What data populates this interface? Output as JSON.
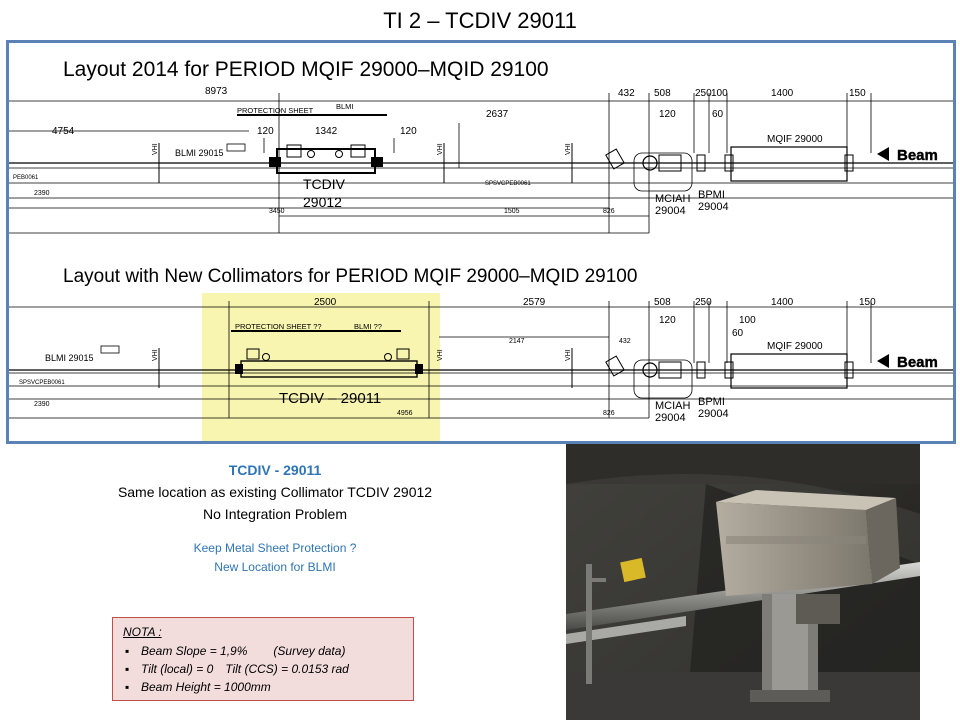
{
  "slide": {
    "title": "TI 2 – TCDIV 29011"
  },
  "layout_2014": {
    "title": "Layout  2014  for  PERIOD  MQIF  29000–MQID  29100",
    "dims": {
      "overall": "8973",
      "protection_sheet": "PROTECTION SHEET",
      "blmi": "BLMI",
      "d2637": "2637",
      "d432": "432",
      "d508": "508",
      "d250": "250",
      "d100": "100",
      "d1400": "1400",
      "d150": "150",
      "d120a": "120",
      "d60": "60",
      "d4754": "4754",
      "d120b": "120",
      "d1342": "1342",
      "d120c": "120",
      "d2390": "2390",
      "d3450": "3450",
      "d1505": "1505",
      "d826": "826"
    },
    "labels": {
      "blmi_29015": "BLMI 29015",
      "collimator": "TCDIV",
      "collimator_num": "29012",
      "mqif": "MQIF 29000",
      "mciah": "MCIAH",
      "mciah_num": "29004",
      "bpmi": "BPMI",
      "bpmi_num": "29004",
      "beam": "Beam",
      "ped_left": "PEB0061",
      "spsv": "SPSVCPEB0061",
      "vi_a": "VHI",
      "vi_b": "VHI",
      "vi_c": "VHI"
    }
  },
  "layout_new": {
    "title": "Layout  with  New  Collimators  for  PERIOD  MQIF  29000–MQID  29100",
    "dims": {
      "overall": "2500",
      "d2579": "2579",
      "d508": "508",
      "d250": "250",
      "d1400": "1400",
      "d150": "150",
      "d120": "120",
      "d100": "100",
      "d60": "60",
      "protection_sheet": "PROTECTION SHEET ??",
      "blmi": "BLMI  ??",
      "d2147": "2147",
      "d432": "432",
      "d2390": "2390",
      "d4956": "4956",
      "d826": "826"
    },
    "labels": {
      "blmi_29015": "BLMI 29015",
      "collimator": "TCDIV  –  29011",
      "mqif": "MQIF 29000",
      "mciah": "MCIAH",
      "mciah_num": "29004",
      "bpmi": "BPMI",
      "bpmi_num": "29004",
      "beam": "Beam",
      "spsv": "SPSVCPEB0061",
      "vi_a": "VHI",
      "vi_b": "VHI",
      "vi_c": "VHI"
    }
  },
  "info": {
    "title": "TCDIV - 29011",
    "line1": "Same location as existing Collimator TCDIV 29012",
    "line2": "No Integration Problem",
    "question1": "Keep Metal Sheet Protection ?",
    "question2": "New Location for BLMI"
  },
  "nota": {
    "title": "NOTA :",
    "items": [
      {
        "a": "Beam Slope = 1,9%",
        "b": "(Survey data)"
      },
      {
        "a": "Tilt (local) = 0",
        "b": "Tilt (CCS) = 0.0153 rad"
      },
      {
        "a": "Beam Height = 1000mm",
        "b": ""
      }
    ]
  },
  "colors": {
    "frame": "#5b82b7",
    "highlight": "#f8f5b0",
    "accent": "#2f74b5",
    "nota_bg": "#f2dcdc",
    "nota_border": "#c0504d"
  }
}
